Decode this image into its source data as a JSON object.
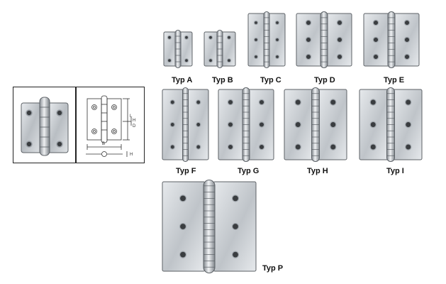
{
  "colors": {
    "steel_light": "#e6e9ec",
    "steel_mid": "#bfc4c9",
    "steel_dark": "#7f858b",
    "outline": "#5c6166",
    "hole": "#3a3d40",
    "label": "#111111"
  },
  "spec_panel": {
    "dimension_labels": [
      "L",
      "D",
      "H",
      "B",
      "H"
    ]
  },
  "hinges": [
    {
      "type_label": "Typ A",
      "holes_per_leaf": 2
    },
    {
      "type_label": "Typ B",
      "holes_per_leaf": 2
    },
    {
      "type_label": "Typ C",
      "holes_per_leaf": 3
    },
    {
      "type_label": "Typ D",
      "holes_per_leaf": 3
    },
    {
      "type_label": "Typ E",
      "holes_per_leaf": 3
    },
    {
      "type_label": "Typ F",
      "holes_per_leaf": 3
    },
    {
      "type_label": "Typ G",
      "holes_per_leaf": 3
    },
    {
      "type_label": "Typ H",
      "holes_per_leaf": 3
    },
    {
      "type_label": "Typ I",
      "holes_per_leaf": 3
    },
    {
      "type_label": "Typ P",
      "holes_per_leaf": 3
    }
  ]
}
